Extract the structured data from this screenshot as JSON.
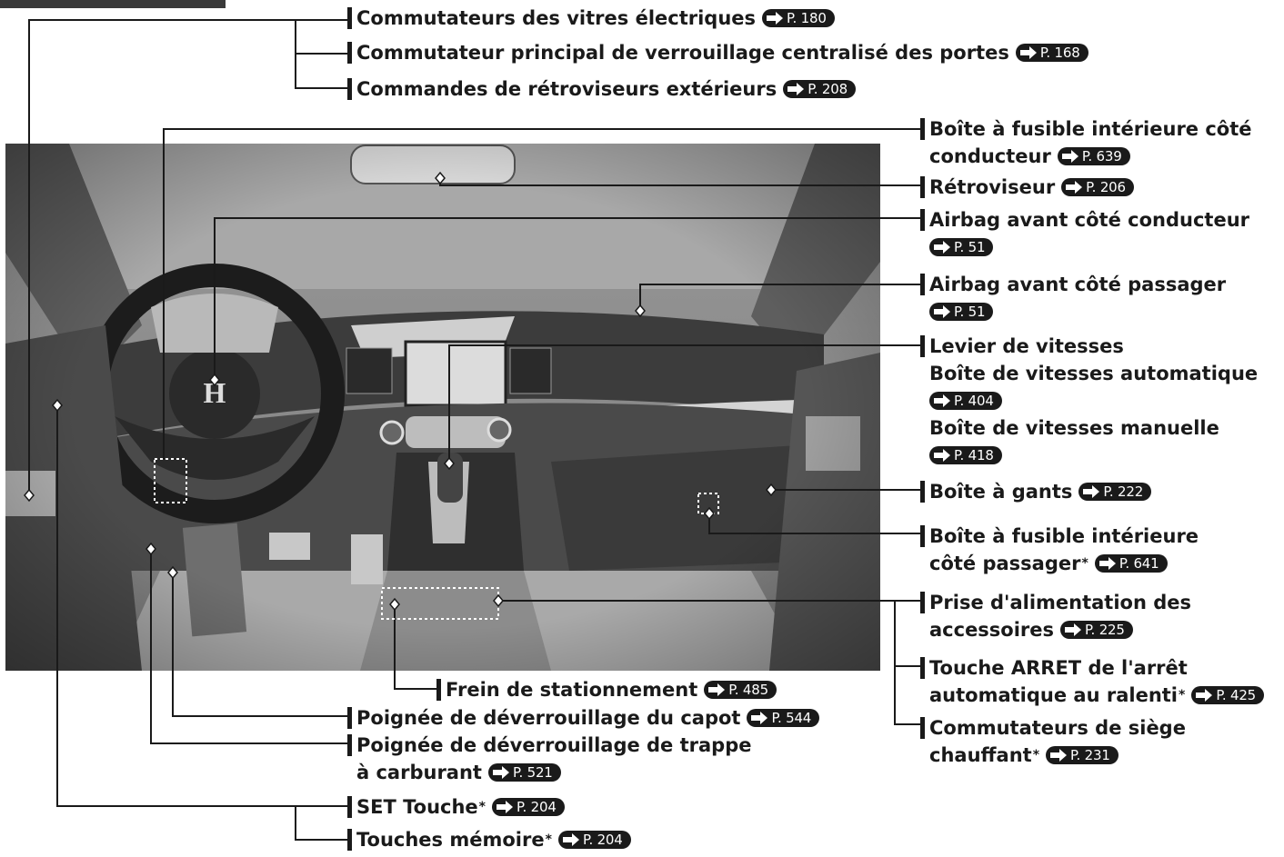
{
  "labels": {
    "vitres": {
      "text": "Commutateurs des vitres électriques",
      "page": "P. 180"
    },
    "verrouillage": {
      "text": "Commutateur principal de verrouillage centralisé des portes",
      "page": "P. 168"
    },
    "retro_ext": {
      "text": "Commandes de rétroviseurs extérieurs",
      "page": "P. 208"
    },
    "fusible_cond": {
      "line1": "Boîte à fusible intérieure côté",
      "line2": "conducteur",
      "page": "P. 639"
    },
    "retroviseur": {
      "text": "Rétroviseur",
      "page": "P. 206"
    },
    "airbag_cond": {
      "line1": "Airbag avant côté conducteur",
      "page": "P. 51"
    },
    "airbag_pass": {
      "line1": "Airbag avant côté passager",
      "page": "P. 51"
    },
    "levier": {
      "line1": "Levier de vitesses",
      "line2": "Boîte de vitesses automatique",
      "page_auto": "P. 404",
      "line3": "Boîte de vitesses manuelle",
      "page_man": "P. 418"
    },
    "gants": {
      "text": "Boîte à gants",
      "page": "P. 222"
    },
    "fusible_pass": {
      "line1": "Boîte à fusible intérieure",
      "line2": "côté passager",
      "star": "*",
      "page": "P. 641"
    },
    "prise": {
      "line1": "Prise d'alimentation des",
      "line2": "accessoires",
      "page": "P. 225"
    },
    "arret": {
      "line1": "Touche ARRET de l'arrêt",
      "line2": "automatique au ralenti",
      "star": "*",
      "page": "P. 425"
    },
    "siege": {
      "line1": "Commutateurs de siège",
      "line2": "chauffant",
      "star": "*",
      "page": "P. 231"
    },
    "frein": {
      "text": "Frein de stationnement",
      "page": "P. 485"
    },
    "capot": {
      "text": "Poignée de déverrouillage du capot",
      "page": "P. 544"
    },
    "trappe": {
      "line1": "Poignée de déverrouillage de trappe",
      "line2": "à carburant",
      "page": "P. 521"
    },
    "set": {
      "text": "SET Touche",
      "star": "*",
      "page": "P. 204"
    },
    "memoire": {
      "text": "Touches mémoire",
      "star": "*",
      "page": "P. 204"
    }
  },
  "colors": {
    "ink": "#1a1a1a",
    "photo_bg": "#8a8a8a",
    "dash_dark": "#2b2b2b",
    "dash_light": "#c9c9c9"
  }
}
